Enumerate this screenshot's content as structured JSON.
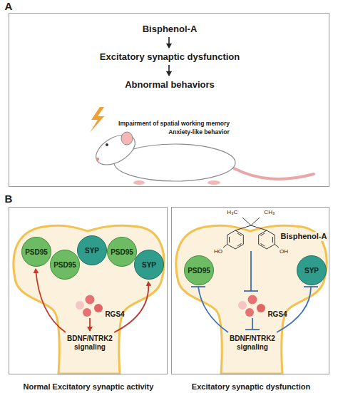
{
  "diagram": {
    "nodes": [
      {
        "text": [
          "Bisphenol-A",
          "Excitatory synaptic dysfunction",
          "Abnormal behaviors",
          "Impairment of spatial working memory",
          "Anxiety-like behavior"
        ]
      },
      {
        "text": [
          "RGS4",
          "BDNF/NTRK2 signaling",
          "Normal Excitatory synaptic activity"
        ]
      },
      {
        "text": [
          "PSD95"
        ],
        "in": 1
      },
      {
        "text": [
          "PSD95"
        ],
        "in": 1
      },
      {
        "text": [
          "SYP"
        ],
        "in": 1
      },
      {
        "text": [
          "PSD95"
        ],
        "in": 1
      },
      {
        "text": [
          "SYP"
        ],
        "in": 1
      },
      {
        "text": [
          "Bisphenol-A",
          "RGS4",
          "BDNF/NTRK2 signaling",
          "Excitatory synaptic dysfunction"
        ]
      },
      {
        "text": [
          "PSD95"
        ],
        "in": 7
      },
      {
        "text": [
          "SYP"
        ],
        "in": 7
      }
    ],
    "labels": [
      "A",
      "B",
      "H₃C",
      "CH₃",
      "HO",
      "OH"
    ]
  }
}
